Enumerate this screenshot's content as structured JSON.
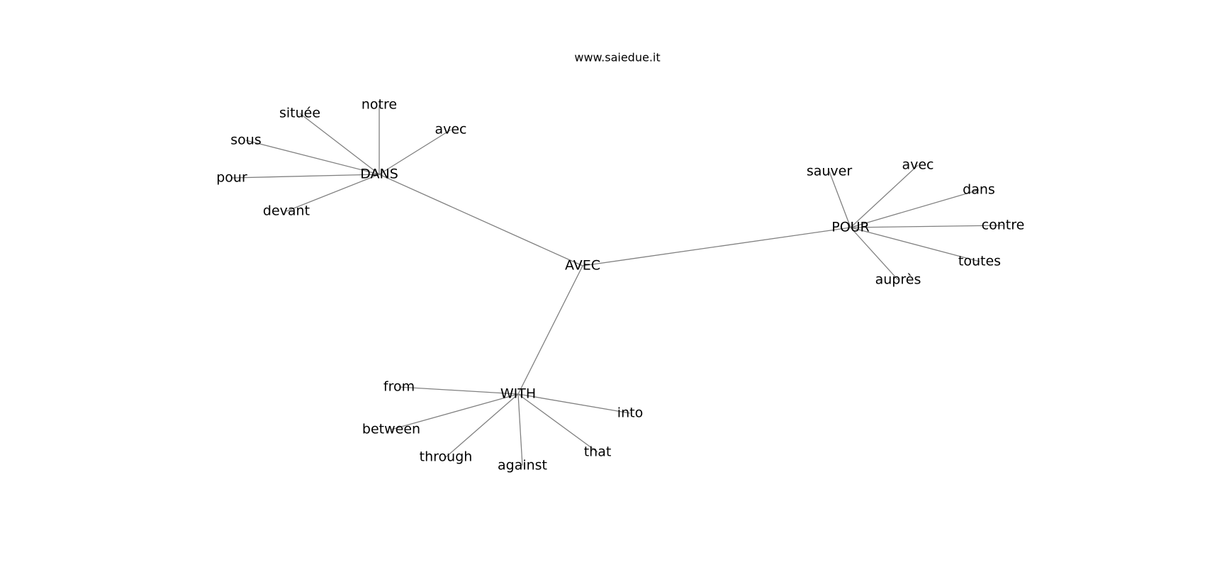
{
  "header": {
    "site": "www.saiedue.it"
  },
  "graph": {
    "edge_color": "#808080",
    "text_color": "#000000",
    "center": "AVEC",
    "groups": [
      {
        "hub": "DANS",
        "words": [
          "située",
          "notre",
          "avec",
          "sous",
          "pour",
          "devant"
        ]
      },
      {
        "hub": "POUR",
        "words": [
          "sauver",
          "avec",
          "dans",
          "contre",
          "toutes",
          "auprès"
        ]
      },
      {
        "hub": "WITH",
        "words": [
          "from",
          "between",
          "through",
          "against",
          "that",
          "into"
        ]
      }
    ]
  }
}
